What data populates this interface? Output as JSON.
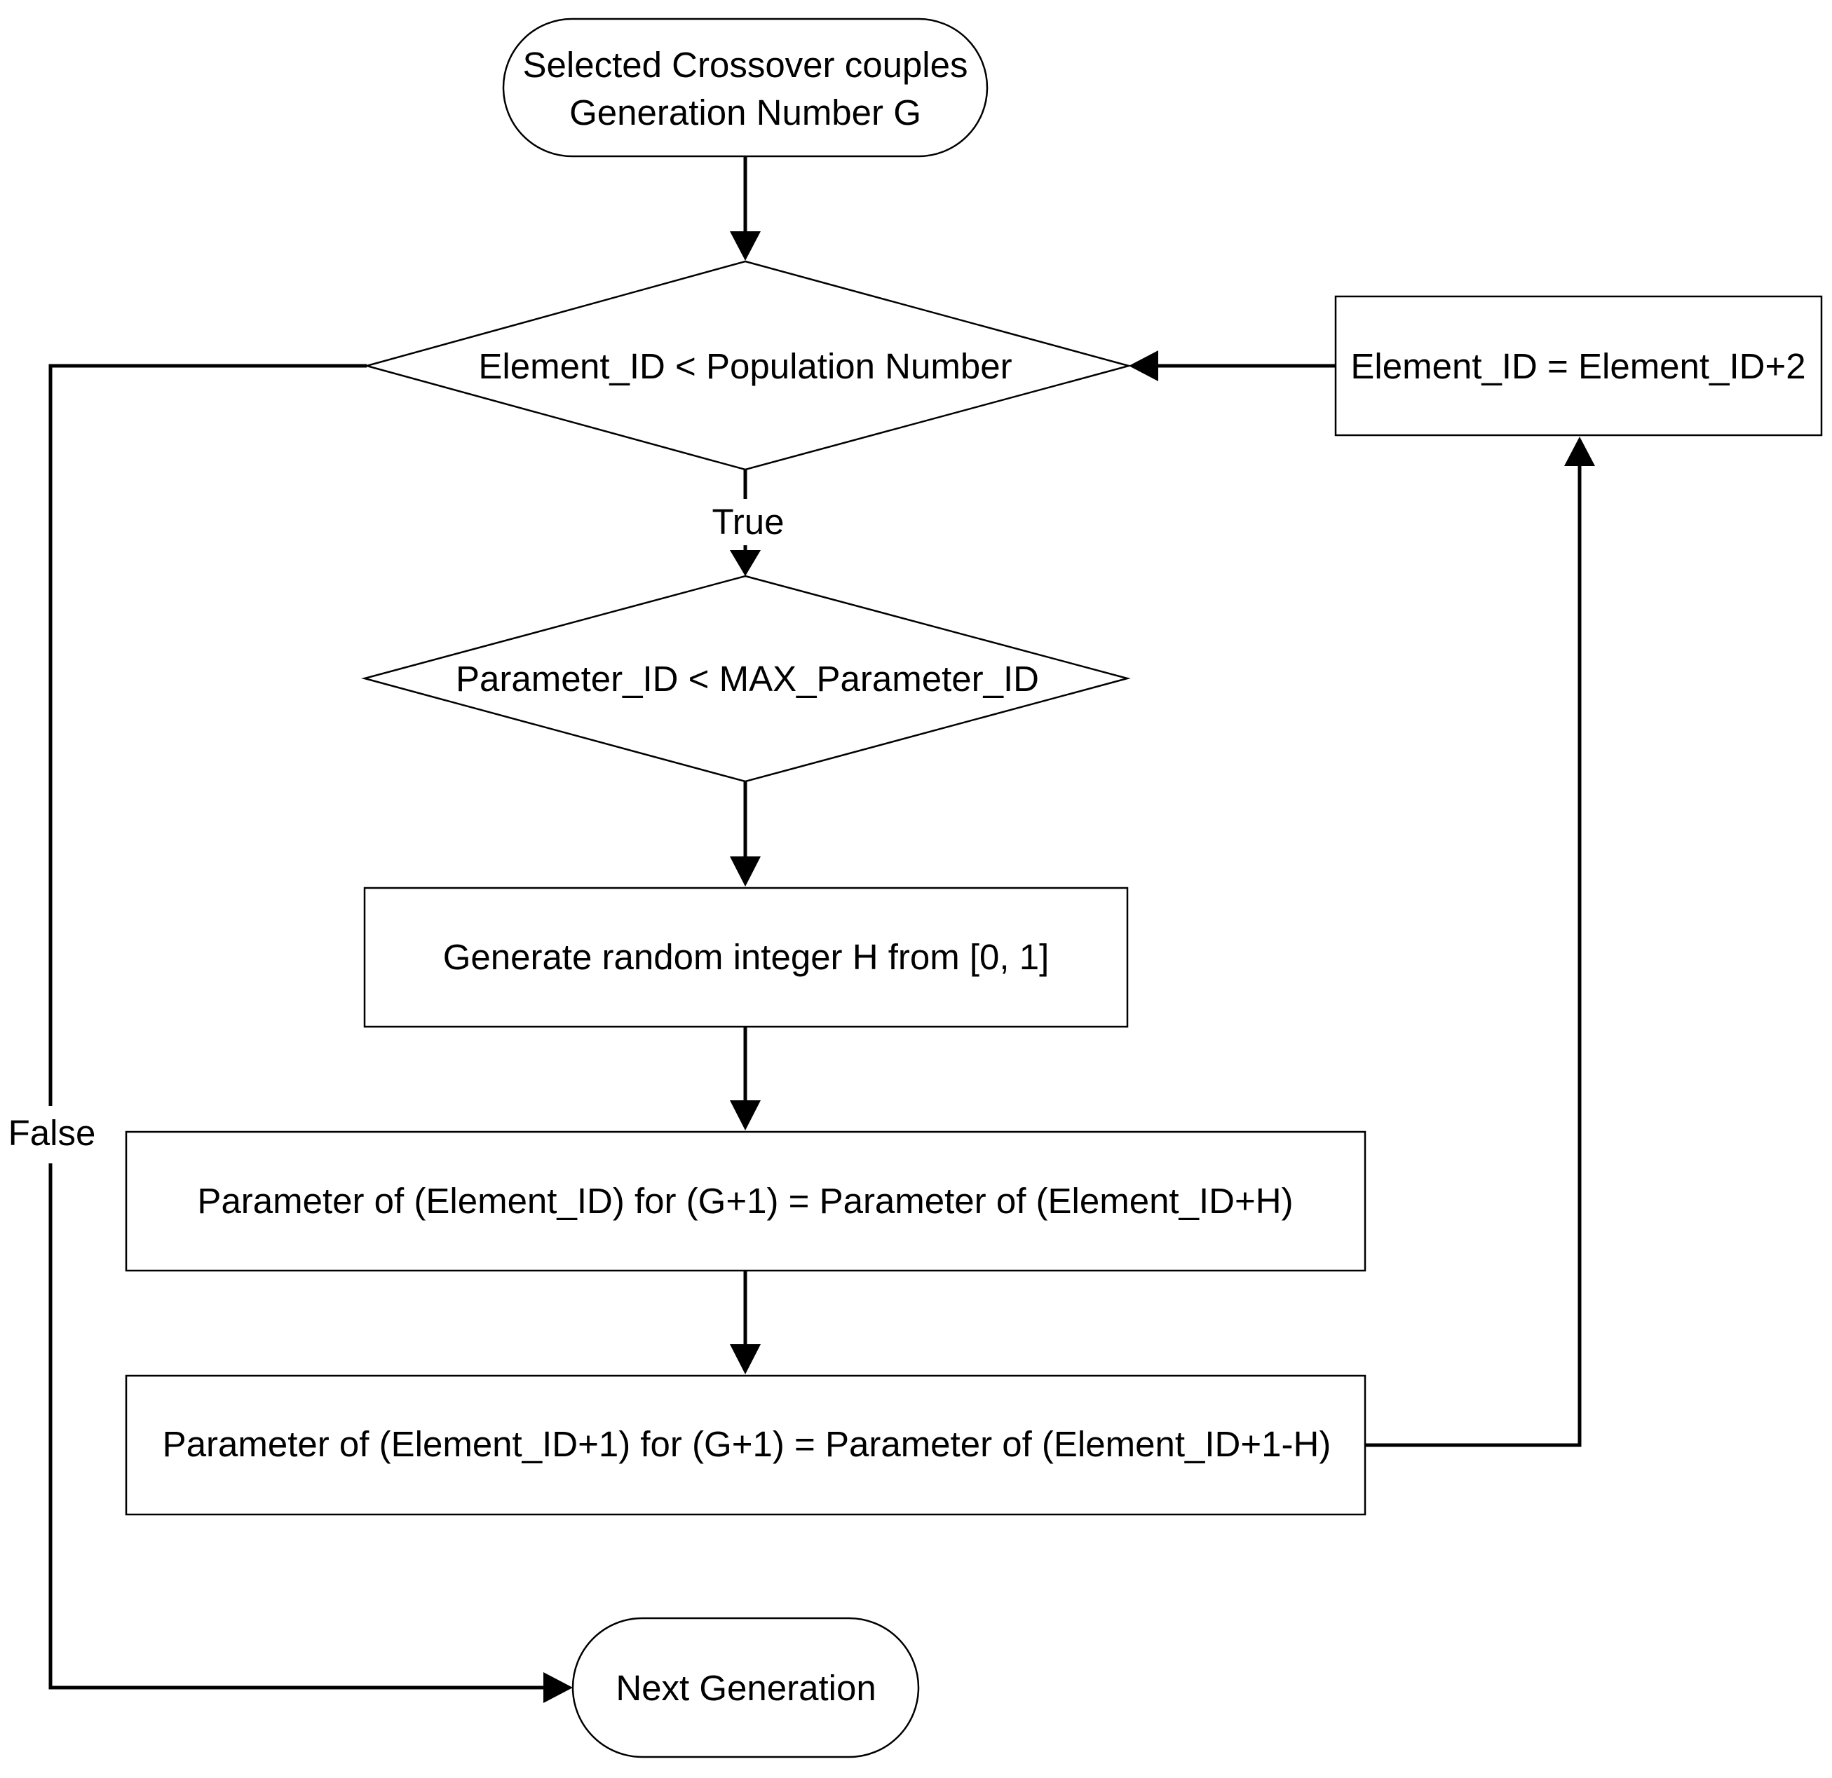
{
  "diagram": {
    "start": {
      "line1": "Selected Crossover couples",
      "line2": "Generation Number G"
    },
    "decision_population": "Element_ID < Population Number",
    "true_label": "True",
    "decision_parameter": "Parameter_ID < MAX_Parameter_ID",
    "generate_random": "Generate random integer H from [0, 1]",
    "assign_first": "Parameter of (Element_ID) for (G+1) = Parameter of (Element_ID+H)",
    "assign_second": "Parameter of (Element_ID+1) for (G+1) = Parameter of (Element_ID+1-H)",
    "increment": "Element_ID = Element_ID+2",
    "false_label": "False",
    "end": "Next Generation"
  }
}
